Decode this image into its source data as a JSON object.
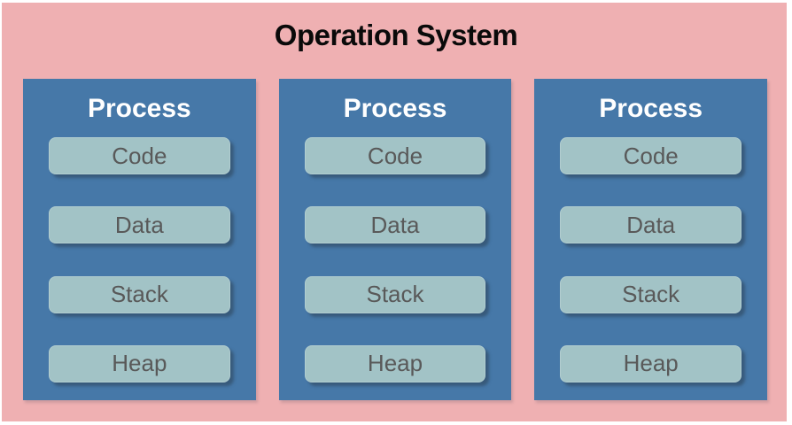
{
  "diagram": {
    "title": "Operation System",
    "processes": [
      {
        "label": "Process",
        "segments": [
          "Code",
          "Data",
          "Stack",
          "Heap"
        ]
      },
      {
        "label": "Process",
        "segments": [
          "Code",
          "Data",
          "Stack",
          "Heap"
        ]
      },
      {
        "label": "Process",
        "segments": [
          "Code",
          "Data",
          "Stack",
          "Heap"
        ]
      }
    ],
    "colors": {
      "background_pink": "#efb0b2",
      "process_blue": "#4678a8",
      "segment_teal": "#a2c3c6",
      "segment_text": "#595959",
      "process_label_text": "#ffffff",
      "title_text": "#0a0a0a"
    }
  }
}
